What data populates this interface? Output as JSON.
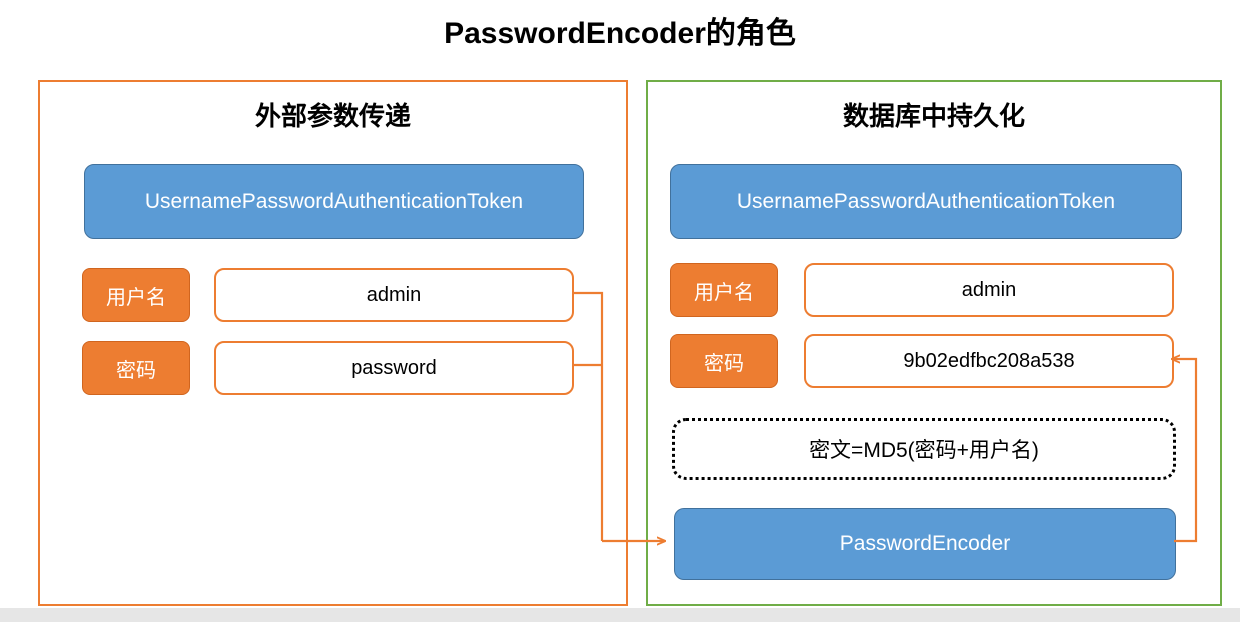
{
  "title": "PasswordEncoder的角色",
  "panels": {
    "left": {
      "heading": "外部参数传递",
      "token_box": "UsernamePasswordAuthenticationToken",
      "rows": [
        {
          "label": "用户名",
          "value": "admin"
        },
        {
          "label": "密码",
          "value": "password"
        }
      ]
    },
    "right": {
      "heading": "数据库中持久化",
      "token_box": "UsernamePasswordAuthenticationToken",
      "rows": [
        {
          "label": "用户名",
          "value": "admin"
        },
        {
          "label": "密码",
          "value": "9b02edfbc208a538"
        }
      ],
      "formula": "密文=MD5(密码+用户名)",
      "encoder_box": "PasswordEncoder"
    }
  },
  "colors": {
    "orange": "#ED7D31",
    "green": "#70AD47",
    "blue": "#5B9BD5",
    "blue_border": "#41719C",
    "background": "#FFFFFF",
    "page_background": "#E6E6E6",
    "dotted_border": "#000000"
  },
  "connectors": [
    {
      "name": "username-to-encoder",
      "from": "left.admin",
      "to": "right.password-encoder"
    },
    {
      "name": "password-to-encoder",
      "from": "left.password",
      "to": "right.password-encoder"
    },
    {
      "name": "encoder-to-hash",
      "from": "right.password-encoder",
      "to": "right.password-value"
    }
  ]
}
